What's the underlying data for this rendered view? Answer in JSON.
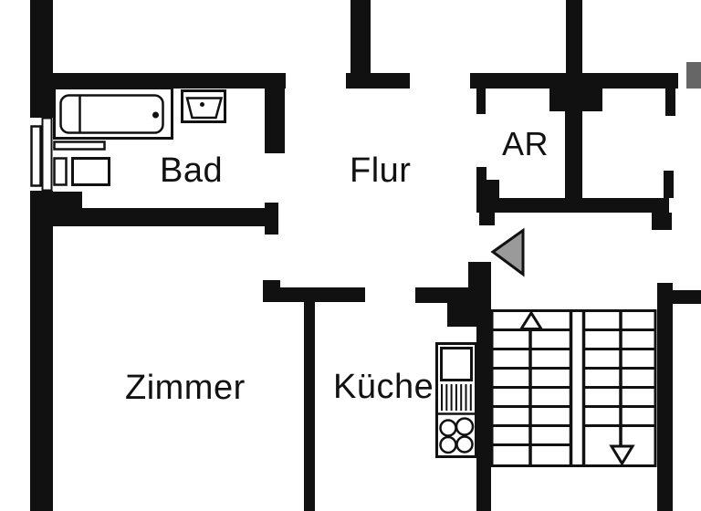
{
  "plan_type": "apartment-floor-plan",
  "rooms": {
    "bad": {
      "label": "Bad"
    },
    "flur": {
      "label": "Flur"
    },
    "ar": {
      "label": "AR"
    },
    "zimmer": {
      "label": "Zimmer"
    },
    "kueche": {
      "label": "Küche"
    }
  },
  "colors": {
    "wall": "#111111",
    "background": "#ffffff",
    "entrance_arrow_fill": "#9a9a9a"
  },
  "icons": {
    "entrance_arrow": "left-pointing-filled-triangle",
    "stair_up_arrow": "up-outline-triangle",
    "stair_down_arrow": "down-outline-triangle"
  },
  "fixtures": [
    "bathtub",
    "bathroom-sink",
    "washing-machine",
    "entrance-door",
    "kitchen-unit",
    "stove-hobs",
    "staircase"
  ]
}
